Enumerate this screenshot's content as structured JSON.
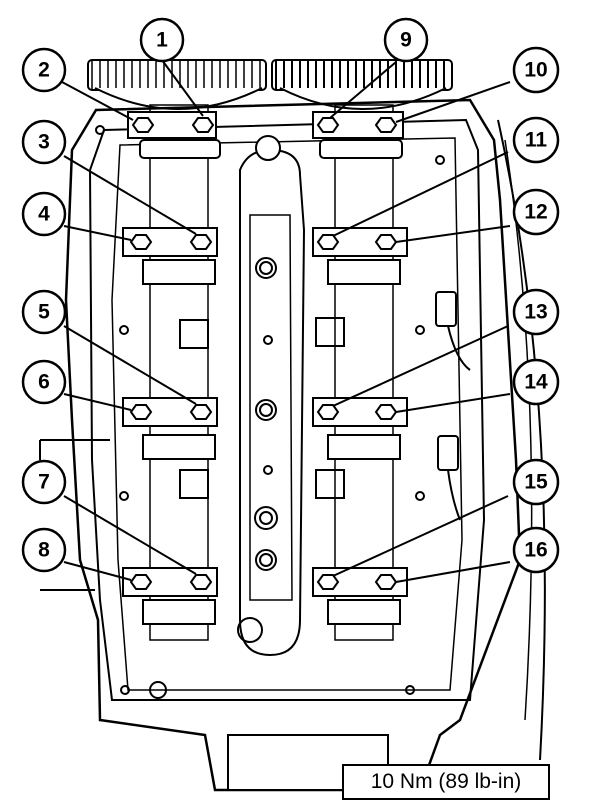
{
  "callouts": [
    {
      "id": "1",
      "label": "1"
    },
    {
      "id": "2",
      "label": "2"
    },
    {
      "id": "3",
      "label": "3"
    },
    {
      "id": "4",
      "label": "4"
    },
    {
      "id": "5",
      "label": "5"
    },
    {
      "id": "6",
      "label": "6"
    },
    {
      "id": "7",
      "label": "7"
    },
    {
      "id": "8",
      "label": "8"
    },
    {
      "id": "9",
      "label": "9"
    },
    {
      "id": "10",
      "label": "10"
    },
    {
      "id": "11",
      "label": "11"
    },
    {
      "id": "12",
      "label": "12"
    },
    {
      "id": "13",
      "label": "13"
    },
    {
      "id": "14",
      "label": "14"
    },
    {
      "id": "15",
      "label": "15"
    },
    {
      "id": "16",
      "label": "16"
    }
  ],
  "torque_spec": "10 Nm (89 lb-in)"
}
